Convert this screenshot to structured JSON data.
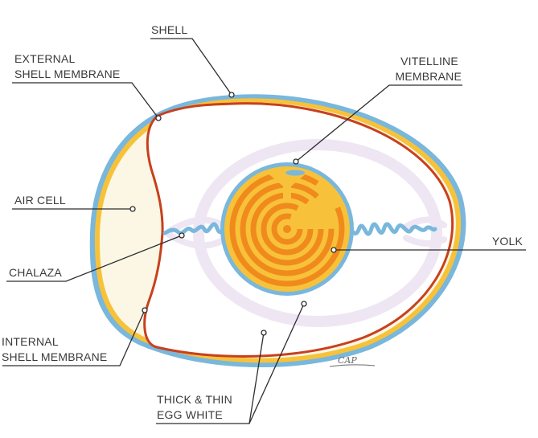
{
  "labels": {
    "shell": "SHELL",
    "external_shell_membrane": [
      "EXTERNAL",
      "SHELL MEMBRANE"
    ],
    "vitelline_membrane": [
      "VITELLINE",
      "MEMBRANE"
    ],
    "air_cell": "AIR CELL",
    "yolk": "YOLK",
    "chalaza": "CHALAZA",
    "internal_shell_membrane": [
      "INTERNAL",
      "SHELL MEMBRANE"
    ],
    "egg_white": [
      "THICK & THIN",
      "EGG WHITE"
    ]
  },
  "signature": "CAP",
  "colors": {
    "shell": "#79b7dc",
    "shell_band": "#f7c23a",
    "shell_membrane": "#c8401d",
    "air_cell": "#fbf7e4",
    "egg_white_outline": "#efe6f3",
    "yolk": "#f7c23a",
    "yolk_rings": "#f08a1c",
    "vitelline_membrane": "#79b7dc",
    "chalaza": "#79b7dc",
    "text": "#3a3a3a",
    "leader": "#2d2d2d"
  }
}
